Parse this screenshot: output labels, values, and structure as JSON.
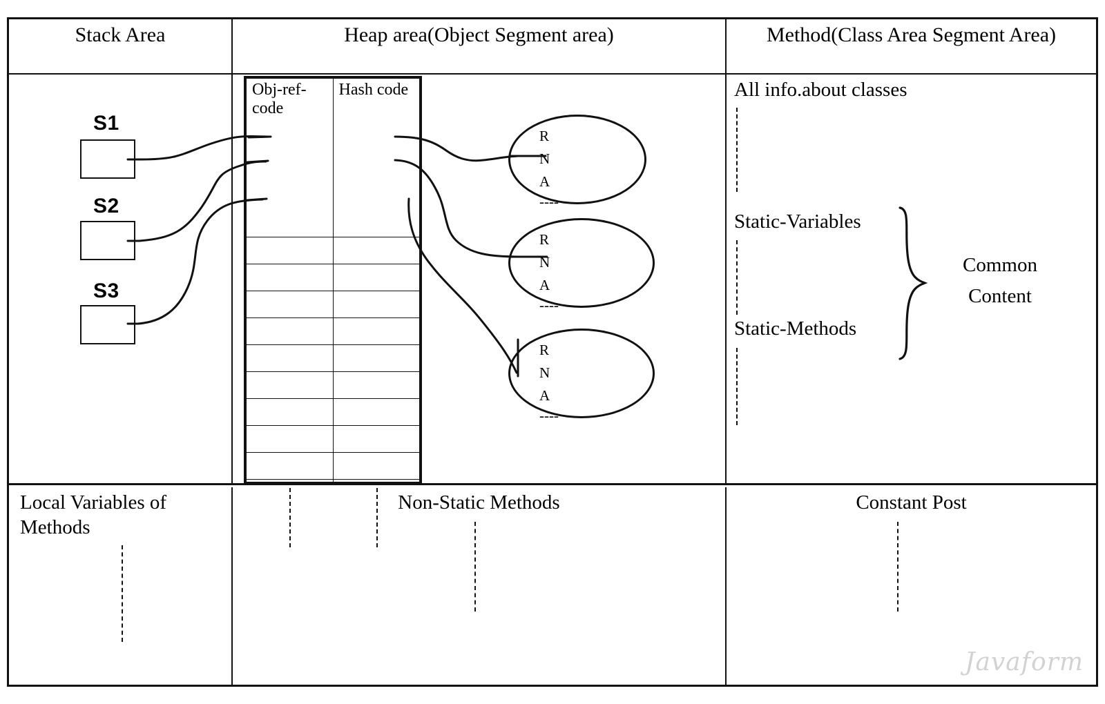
{
  "header": {
    "columns": [
      {
        "id": "stack",
        "title": "Stack Area"
      },
      {
        "id": "heap",
        "title": "Heap area(Object Segment area)"
      },
      {
        "id": "method",
        "title": "Method(Class Area Segment Area)"
      }
    ]
  },
  "stack_area": {
    "frames": [
      {
        "label": "S1"
      },
      {
        "label": "S2"
      },
      {
        "label": "S3"
      }
    ]
  },
  "heap_area": {
    "table": {
      "columns": [
        "Obj-ref-code",
        "Hash code"
      ],
      "data_row_count": 9,
      "continuation_marker": "dashed-vertical"
    },
    "objects": [
      {
        "lines": [
          "R",
          "N",
          "A"
        ],
        "ellipsis": "----"
      },
      {
        "lines": [
          "R",
          "N",
          "A"
        ],
        "ellipsis": "----"
      },
      {
        "lines": [
          "R",
          "N",
          "A"
        ],
        "ellipsis": "----"
      }
    ]
  },
  "method_area": {
    "all_info_label": "All info.about classes",
    "static_variables_label": "Static-Variables",
    "static_methods_label": "Static-Methods",
    "common_content": [
      "Common",
      "Content"
    ]
  },
  "bottom_row": {
    "stack": {
      "lines": [
        "Local Variables of",
        "Methods"
      ]
    },
    "heap": {
      "title": "Non-Static Methods"
    },
    "method": {
      "title": "Constant Post"
    }
  },
  "watermark": {
    "text": "Javaform"
  },
  "colors": {
    "stroke": "#111111",
    "background": "#ffffff",
    "watermark": "#d2d2d2"
  }
}
